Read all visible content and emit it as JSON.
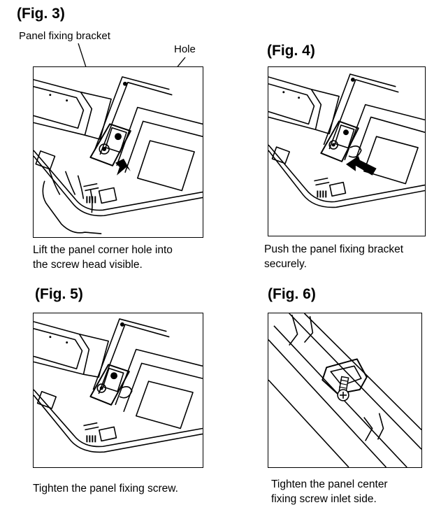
{
  "figures": [
    {
      "title": "(Fig. 3)",
      "callouts": [
        "Panel fixing bracket",
        "Hole"
      ],
      "caption_lines": [
        "Lift the panel corner hole into",
        "the screw head visible."
      ]
    },
    {
      "title": "(Fig. 4)",
      "caption_lines": [
        "Push the panel fixing bracket",
        "securely."
      ]
    },
    {
      "title": "(Fig. 5)",
      "caption_lines": [
        "Tighten the panel fixing screw."
      ]
    },
    {
      "title": "(Fig. 6)",
      "caption_lines": [
        "Tighten the panel center",
        "fixing screw inlet side."
      ]
    }
  ],
  "colors": {
    "line": "#000000",
    "background": "#ffffff",
    "shade": "#e6e6e6"
  }
}
